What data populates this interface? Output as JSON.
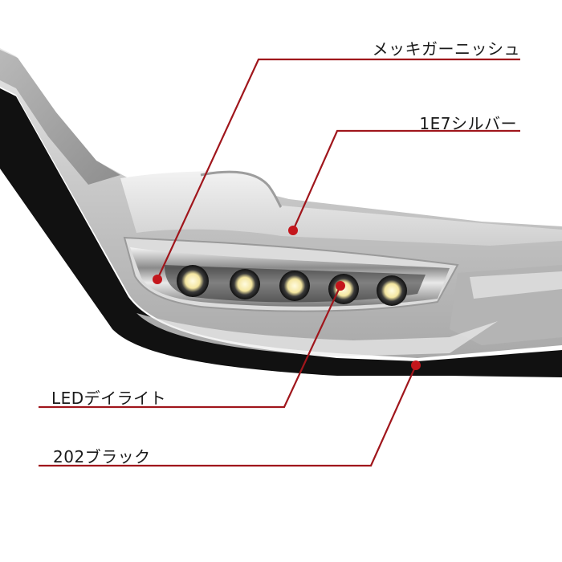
{
  "callouts": {
    "chrome": "メッキガーニッシュ",
    "silver": "1E7シルバー",
    "led": "LEDデイライト",
    "black": "202ブラック"
  },
  "colors": {
    "leader": "#a0161c",
    "body_silver": "#c9c9c9",
    "trim_black": "#111111"
  }
}
